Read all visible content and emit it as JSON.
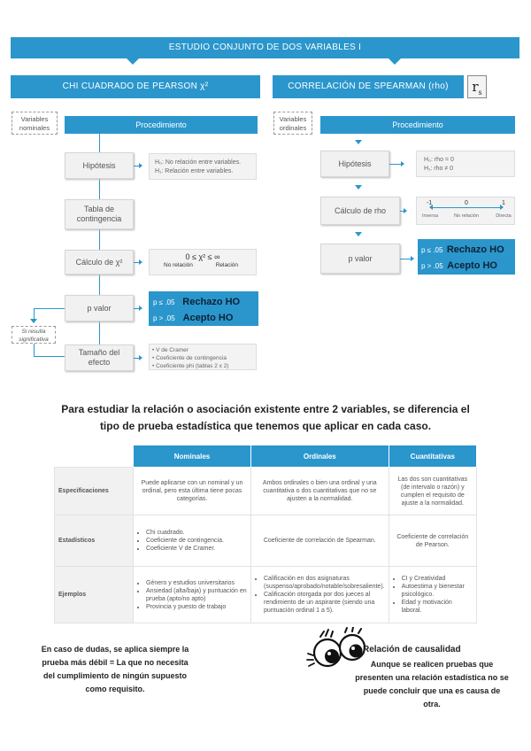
{
  "title": "ESTUDIO CONJUNTO DE DOS VARIABLES I",
  "left": {
    "header": "CHI CUADRADO DE PEARSON χ²",
    "var_tag": [
      "Variables",
      "nominales"
    ],
    "procedimiento": "Procedimiento",
    "hipotesis": "Hipótesis",
    "hyp_lines": [
      "H₀: No relación entre variables.",
      "H₁: Relación entre variables."
    ],
    "tabla": [
      "Tabla de",
      "contingencia"
    ],
    "calculo": "Cálculo de χ²",
    "range_expr": "0 ≤ χ² ≤ ∞",
    "range_left": "No relación",
    "range_right": "Relación",
    "pvalor": "p valor",
    "res1_small": "p ≤ .05",
    "res1_big": "Rechazo HO",
    "res2_small": "p > .05",
    "res2_big": "Acepto HO",
    "sig_tag": [
      "Si resulta",
      "significativa"
    ],
    "tamano": [
      "Tamaño del",
      "efecto"
    ],
    "efecto_items": [
      "V de Cramer",
      "Coeficiente de contingencia",
      "Coeficiente phi (tablas 2 x 2)"
    ]
  },
  "right": {
    "header": "CORRELACIÓN DE SPEARMAN (rho)",
    "rs_symbol": "r",
    "rs_sub": "s",
    "var_tag": [
      "Variables",
      "ordinales"
    ],
    "procedimiento": "Procedimiento",
    "hipotesis": "Hipótesis",
    "hyp_lines": [
      "H₀: rho = 0",
      "H₁: rho ≠ 0"
    ],
    "calculo": "Cálculo de rho",
    "scale": [
      {
        "value": "-1",
        "label": "Inversa"
      },
      {
        "value": "0",
        "label": "No relación"
      },
      {
        "value": "1",
        "label": "Directa"
      }
    ],
    "pvalor": "p valor",
    "res1_small": "p ≤ .05",
    "res1_big": "Rechazo HO",
    "res2_small": "p > .05",
    "res2_big": "Acepto HO"
  },
  "intro": [
    "Para estudiar la relación o asociación existente entre 2 variables, se diferencia el",
    "tipo de prueba estadística que tenemos que aplicar en cada caso."
  ],
  "table": {
    "columns": [
      "Nominales",
      "Ordinales",
      "Cuantitativas"
    ],
    "rows": [
      {
        "label": "Especificaciones",
        "nominales": "Puede aplicarse con un nominal y un ordinal, pero esta última tiene pocas categorías.",
        "ordinales": "Ambos ordinales o bien una ordinal y una cuantitativa o dos cuantitativas que no se ajusten a la normalidad.",
        "cuantitativas": "Las dos son cuantitativas (de intervalo o razón) y cumplen el requisito de ajuste a la normalidad."
      },
      {
        "label": "Estadísticos",
        "nominales_list": [
          "Chi cuadrado.",
          "Coeficiente de contingencia.",
          "Coeficiente V de Cramer."
        ],
        "ordinales": "Coeficiente de correlación de Spearman.",
        "cuantitativas": "Coeficiente de correlación de Pearson."
      },
      {
        "label": "Ejemplos",
        "nominales_list": [
          "Género y estudios universitarios",
          "Ansiedad (alta/baja) y puntuación en prueba (apto/no apto)",
          "Provincia y puesto de trabajo"
        ],
        "ordinales_list": [
          "Calificación en dos asignaturas (suspenso/aprobado/notable/sobresaliente).",
          "Calificación otorgada por dos jueces al rendimiento de un aspirante (siendo una puntuación ordinal 1 a 5)."
        ],
        "cuantitativas_list": [
          "CI y Creatividad",
          "Autoestima y bienestar psicológico.",
          "Edad y motivación laboral."
        ]
      }
    ]
  },
  "note_left": [
    "En caso de dudas, se aplica siempre la",
    "prueba más débil = La que no necesita",
    "del cumplimiento de ningún supuesto",
    "como requisito."
  ],
  "note_right": {
    "title": "Relación de causalidad",
    "lines": [
      "Aunque se realicen pruebas que",
      "presenten una relación estadística no se",
      "puede concluir que una es causa de",
      "otra."
    ]
  }
}
